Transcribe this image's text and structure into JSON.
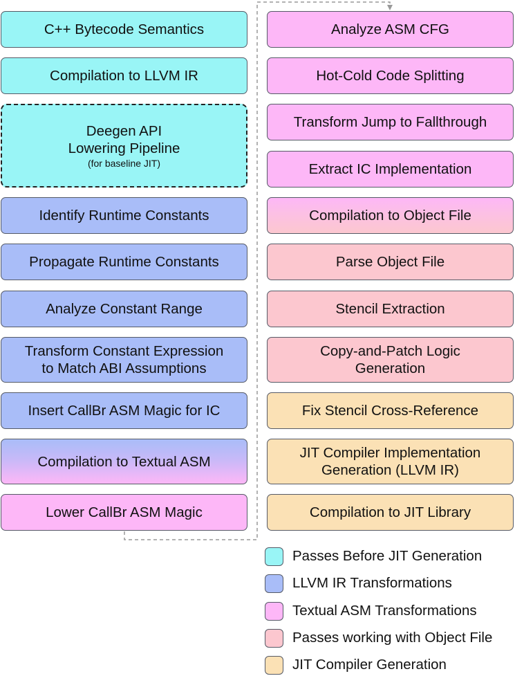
{
  "colors": {
    "cyan": "#99f5f6",
    "blue": "#a9bdf8",
    "pink": "#fdb7f7",
    "salmon": "#fcc7cf",
    "tan": "#fbe1b5",
    "border": "#555a66",
    "connector": "#999999"
  },
  "left_column": [
    {
      "lines": [
        "C++ Bytecode Semantics"
      ],
      "category": "Passes Before JIT Generation"
    },
    {
      "lines": [
        "Compilation to LLVM IR"
      ],
      "category": "Passes Before JIT Generation"
    },
    {
      "lines": [
        "Deegen API",
        "Lowering Pipeline"
      ],
      "note": "(for baseline JIT)",
      "category": "Passes Before JIT Generation"
    },
    {
      "lines": [
        "Identify Runtime Constants"
      ],
      "category": "LLVM IR Transformations"
    },
    {
      "lines": [
        "Propagate Runtime Constants"
      ],
      "category": "LLVM IR Transformations"
    },
    {
      "lines": [
        "Analyze Constant Range"
      ],
      "category": "LLVM IR Transformations"
    },
    {
      "lines": [
        "Transform Constant Expression",
        "to Match ABI Assumptions"
      ],
      "category": "LLVM IR Transformations"
    },
    {
      "lines": [
        "Insert CallBr ASM Magic for IC"
      ],
      "category": "LLVM IR Transformations"
    },
    {
      "lines": [
        "Compilation to Textual ASM"
      ],
      "category": "LLVM IR Transformations / Textual ASM Transformations"
    },
    {
      "lines": [
        "Lower CallBr ASM Magic"
      ],
      "category": "Textual ASM Transformations"
    }
  ],
  "right_column": [
    {
      "lines": [
        "Analyze ASM CFG"
      ],
      "category": "Textual ASM Transformations"
    },
    {
      "lines": [
        "Hot-Cold Code Splitting"
      ],
      "category": "Textual ASM Transformations"
    },
    {
      "lines": [
        "Transform Jump to Fallthrough"
      ],
      "category": "Textual ASM Transformations"
    },
    {
      "lines": [
        "Extract IC Implementation"
      ],
      "category": "Textual ASM Transformations"
    },
    {
      "lines": [
        "Compilation to Object File"
      ],
      "category": "Textual ASM Transformations / Passes working with Object File"
    },
    {
      "lines": [
        "Parse Object File"
      ],
      "category": "Passes working with Object File"
    },
    {
      "lines": [
        "Stencil Extraction"
      ],
      "category": "Passes working with Object File"
    },
    {
      "lines": [
        "Copy-and-Patch Logic",
        "Generation"
      ],
      "category": "Passes working with Object File"
    },
    {
      "lines": [
        "Fix Stencil Cross-Reference"
      ],
      "category": "JIT Compiler Generation"
    },
    {
      "lines": [
        "JIT Compiler Implementation",
        "Generation (LLVM IR)"
      ],
      "category": "JIT Compiler Generation"
    },
    {
      "lines": [
        "Compilation to JIT Library"
      ],
      "category": "JIT Compiler Generation"
    }
  ],
  "legend": [
    {
      "label": "Passes Before JIT Generation",
      "color": "#99f5f6"
    },
    {
      "label": "LLVM IR Transformations",
      "color": "#a9bdf8"
    },
    {
      "label": "Textual ASM Transformations",
      "color": "#fdb7f7"
    },
    {
      "label": "Passes working with Object File",
      "color": "#fcc7cf"
    },
    {
      "label": "JIT Compiler Generation",
      "color": "#fbe1b5"
    }
  ]
}
